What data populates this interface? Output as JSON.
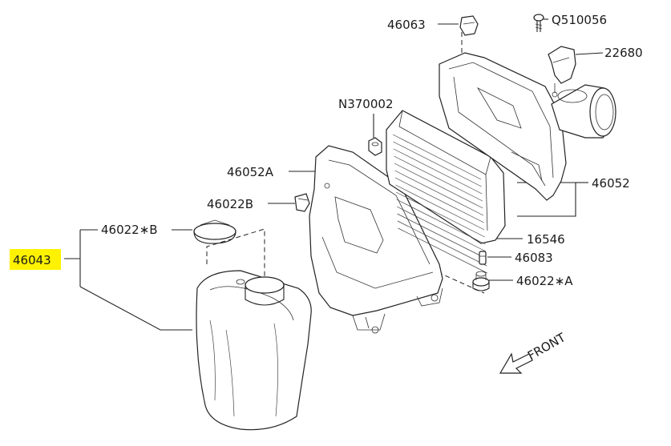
{
  "parts": {
    "p46063": "46063",
    "pQ510056": "Q510056",
    "p22680": "22680",
    "pN370002": "N370002",
    "p46052A": "46052A",
    "p46052": "46052",
    "p46022B": "46022B",
    "p46022starB": "46022∗B",
    "p16546": "16546",
    "p46043": "46043",
    "p46083": "46083",
    "p46022starA": "46022∗A"
  },
  "direction_label": "FRONT",
  "highlight_color": "#fff200"
}
